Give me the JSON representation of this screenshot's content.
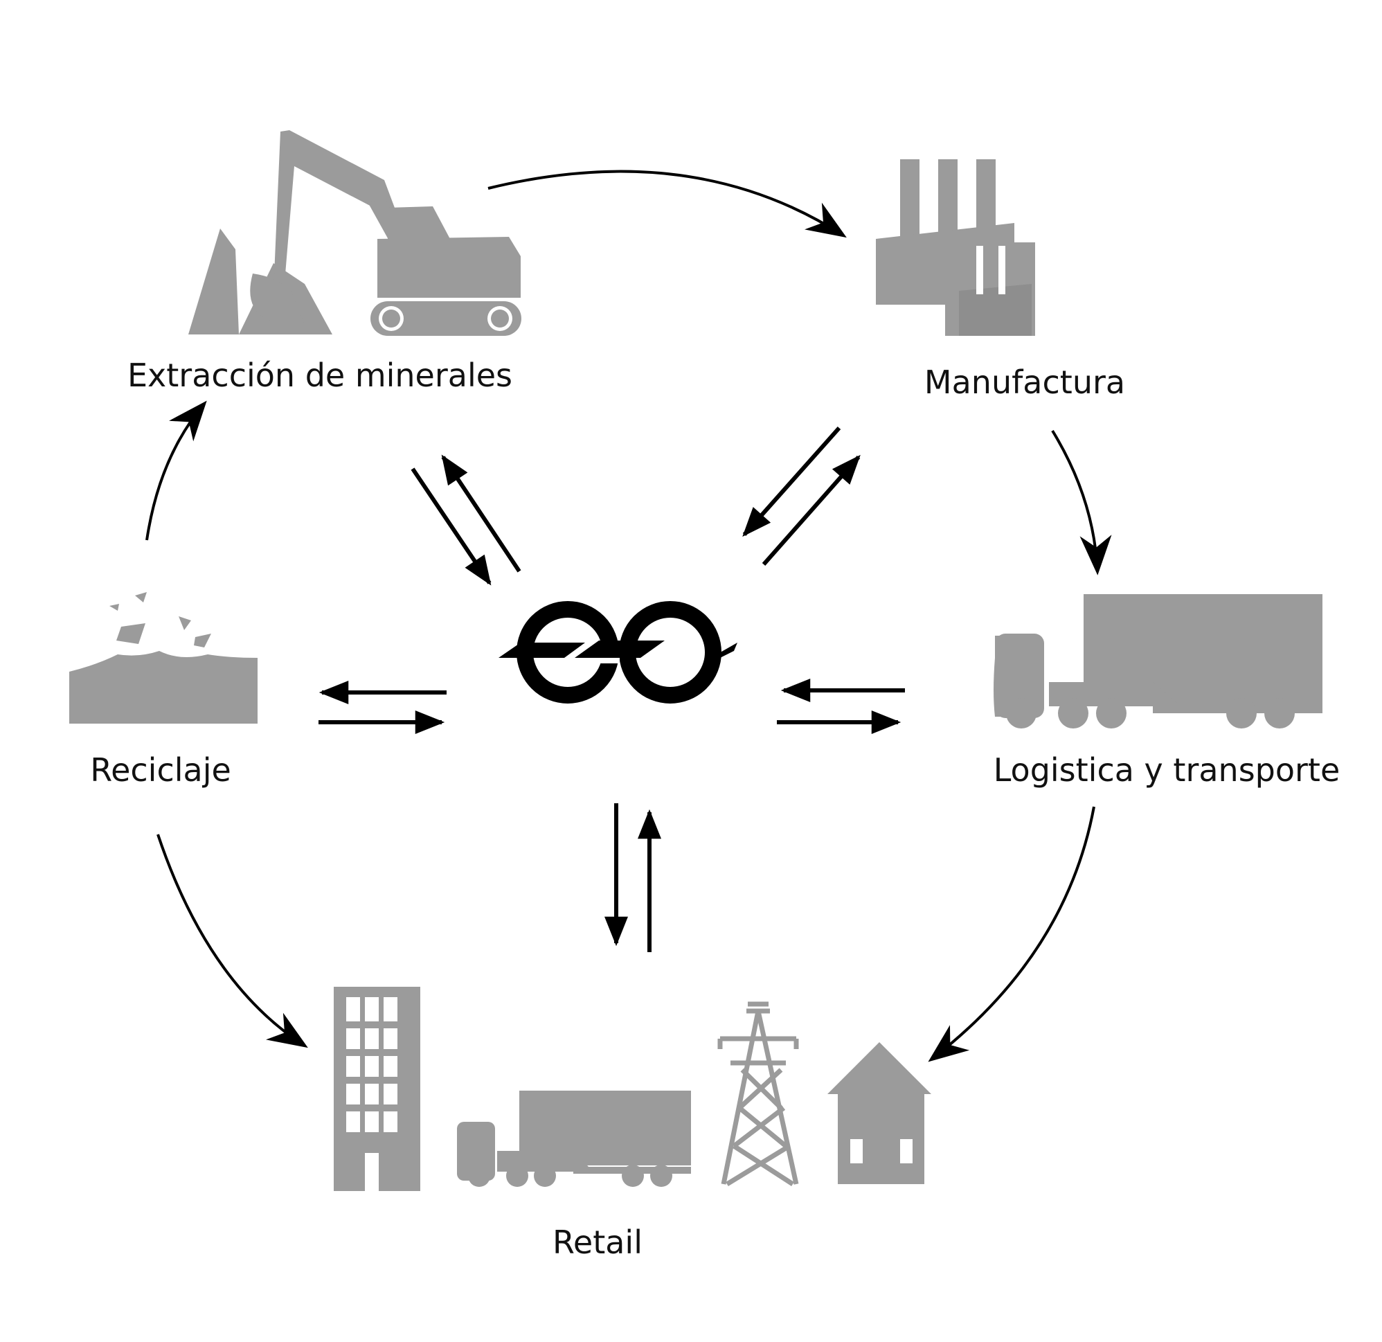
{
  "colors": {
    "icon": "#9b9b9b",
    "arrow": "#000000",
    "text": "#111111",
    "background": "#ffffff"
  },
  "nodes": {
    "extraction": {
      "label": "Extracción de minerales",
      "icon": "excavator-icon"
    },
    "manufacturing": {
      "label": "Manufactura",
      "icon": "factory-icon"
    },
    "logistics": {
      "label": "Logistica y transporte",
      "icon": "truck-icon"
    },
    "retail": {
      "label": "Retail",
      "icons": [
        "building-icon",
        "truck-icon",
        "power-tower-icon",
        "house-icon"
      ]
    },
    "recycling": {
      "label": "Reciclaje",
      "icon": "rubble-icon"
    }
  },
  "center": {
    "icon": "go-logo-icon"
  },
  "cycle": [
    {
      "from": "extraction",
      "to": "manufacturing"
    },
    {
      "from": "manufacturing",
      "to": "logistics"
    },
    {
      "from": "logistics",
      "to": "retail"
    },
    {
      "from": "recycling",
      "to": "retail"
    },
    {
      "from": "recycling",
      "to": "extraction"
    }
  ],
  "hub_links": [
    {
      "node": "extraction",
      "direction": "bidirectional"
    },
    {
      "node": "manufacturing",
      "direction": "bidirectional"
    },
    {
      "node": "logistics",
      "direction": "bidirectional"
    },
    {
      "node": "retail",
      "direction": "bidirectional"
    },
    {
      "node": "recycling",
      "direction": "bidirectional"
    }
  ]
}
